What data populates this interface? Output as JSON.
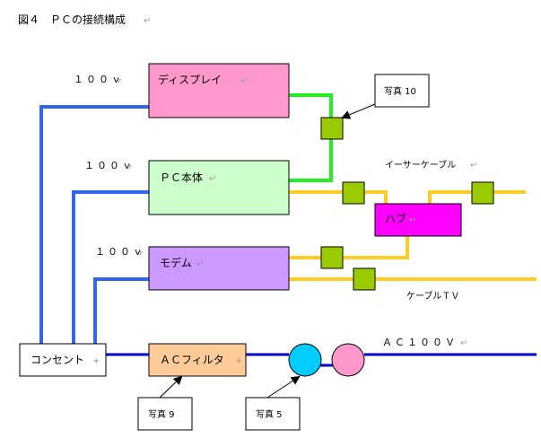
{
  "figure": {
    "title": "図４　ＰＣの接続構成"
  },
  "colors": {
    "power_line": "#3366ee",
    "ac_line": "#0000cc",
    "video_line": "#22ee22",
    "lan_line": "#ffcc22",
    "connector": "#99cc00",
    "display_box": "#ff99cc",
    "pc_box": "#ccffcc",
    "modem_box": "#cc99ff",
    "hub_box": "#ff00ff",
    "filter_box": "#ffcc99",
    "circle_a": "#00ccff",
    "circle_b": "#ff99cc"
  },
  "nodes": {
    "display": "ディスプレイ",
    "pc": "ＰＣ本体",
    "modem": "モデム",
    "hub": "ハブ",
    "outlet": "コンセント",
    "ac_filter": "ＡＣフィルタ"
  },
  "labels": {
    "power_display": "１００ｖ",
    "power_pc": "１００ｖ",
    "power_modem": "１００ｖ",
    "ethernet": "イーサーケーブル",
    "cable_tv": "ケーブルＴＶ",
    "ac100v": "ＡＣ１００Ｖ"
  },
  "callouts": {
    "photo10": "写真 10",
    "photo9": "写真 9",
    "photo5": "写真 5"
  },
  "marks": {
    "return": "↵",
    "arrow": "+"
  }
}
